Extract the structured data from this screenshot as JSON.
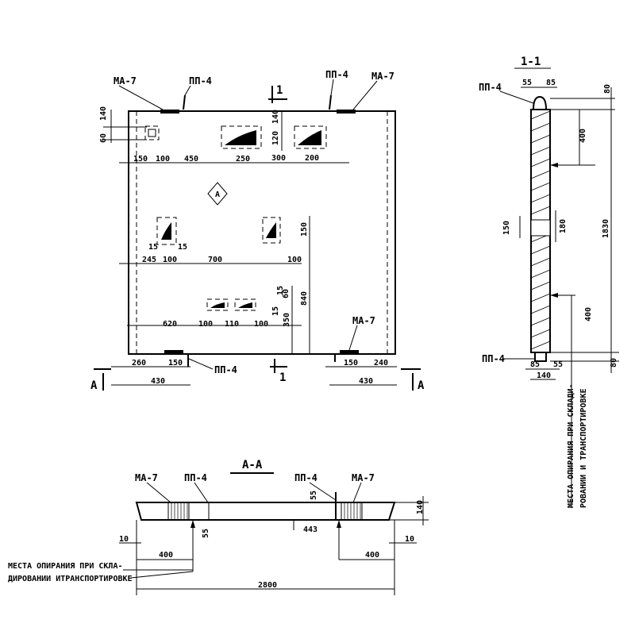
{
  "labels": {
    "ma7": "МА-7",
    "pp4": "ПП-4",
    "section_1_1": "1-1",
    "section_1": "1",
    "section_a_a": "А-А",
    "arrow_a": "А",
    "marker_a": "А"
  },
  "dims_plan": {
    "d140_top": "140",
    "d60": "60",
    "d150": "150",
    "d100": "100",
    "d450": "450",
    "d250": "250",
    "d300": "300",
    "d200": "200",
    "d120": "120",
    "d140_hole": "140",
    "d15a": "15",
    "d15b": "15",
    "d245": "245",
    "d100b": "100",
    "d700": "700",
    "d100c": "100",
    "d150_side": "150",
    "d840": "840",
    "d620": "620",
    "d100d": "100",
    "d110": "110",
    "d100e": "100",
    "d15c": "15",
    "d60b": "60",
    "d15d": "15",
    "d350": "350",
    "d260": "260",
    "d150b": "150",
    "d430a": "430",
    "d150c": "150",
    "d240": "240",
    "d430b": "430"
  },
  "dims_section": {
    "d55": "55",
    "d85": "85",
    "d80_top": "80",
    "d400_top": "400",
    "d150": "150",
    "d180": "180",
    "d1830": "1830",
    "d400_bot": "400",
    "d85b": "85",
    "d55b": "55",
    "d140": "140",
    "d80_bot": "80"
  },
  "dims_elev": {
    "d55": "55",
    "d140": "140",
    "d55b": "55",
    "d443": "443",
    "d10a": "10",
    "d400a": "400",
    "d400b": "400",
    "d10b": "10",
    "d2800": "2800"
  },
  "notes": {
    "support_vertical_1": "МЕСТА ОПИРАНИЯ ПРИ СКЛАДИ-",
    "support_vertical_2": "РОВАНИИ И ТРАНСПОРТИРОВКЕ",
    "support_bottom_1": "МЕСТА ОПИРАНИЯ ПРИ СКЛА-",
    "support_bottom_2": "ДИРОВАНИИ ИТРАНСПОРТИРОВКЕ"
  }
}
